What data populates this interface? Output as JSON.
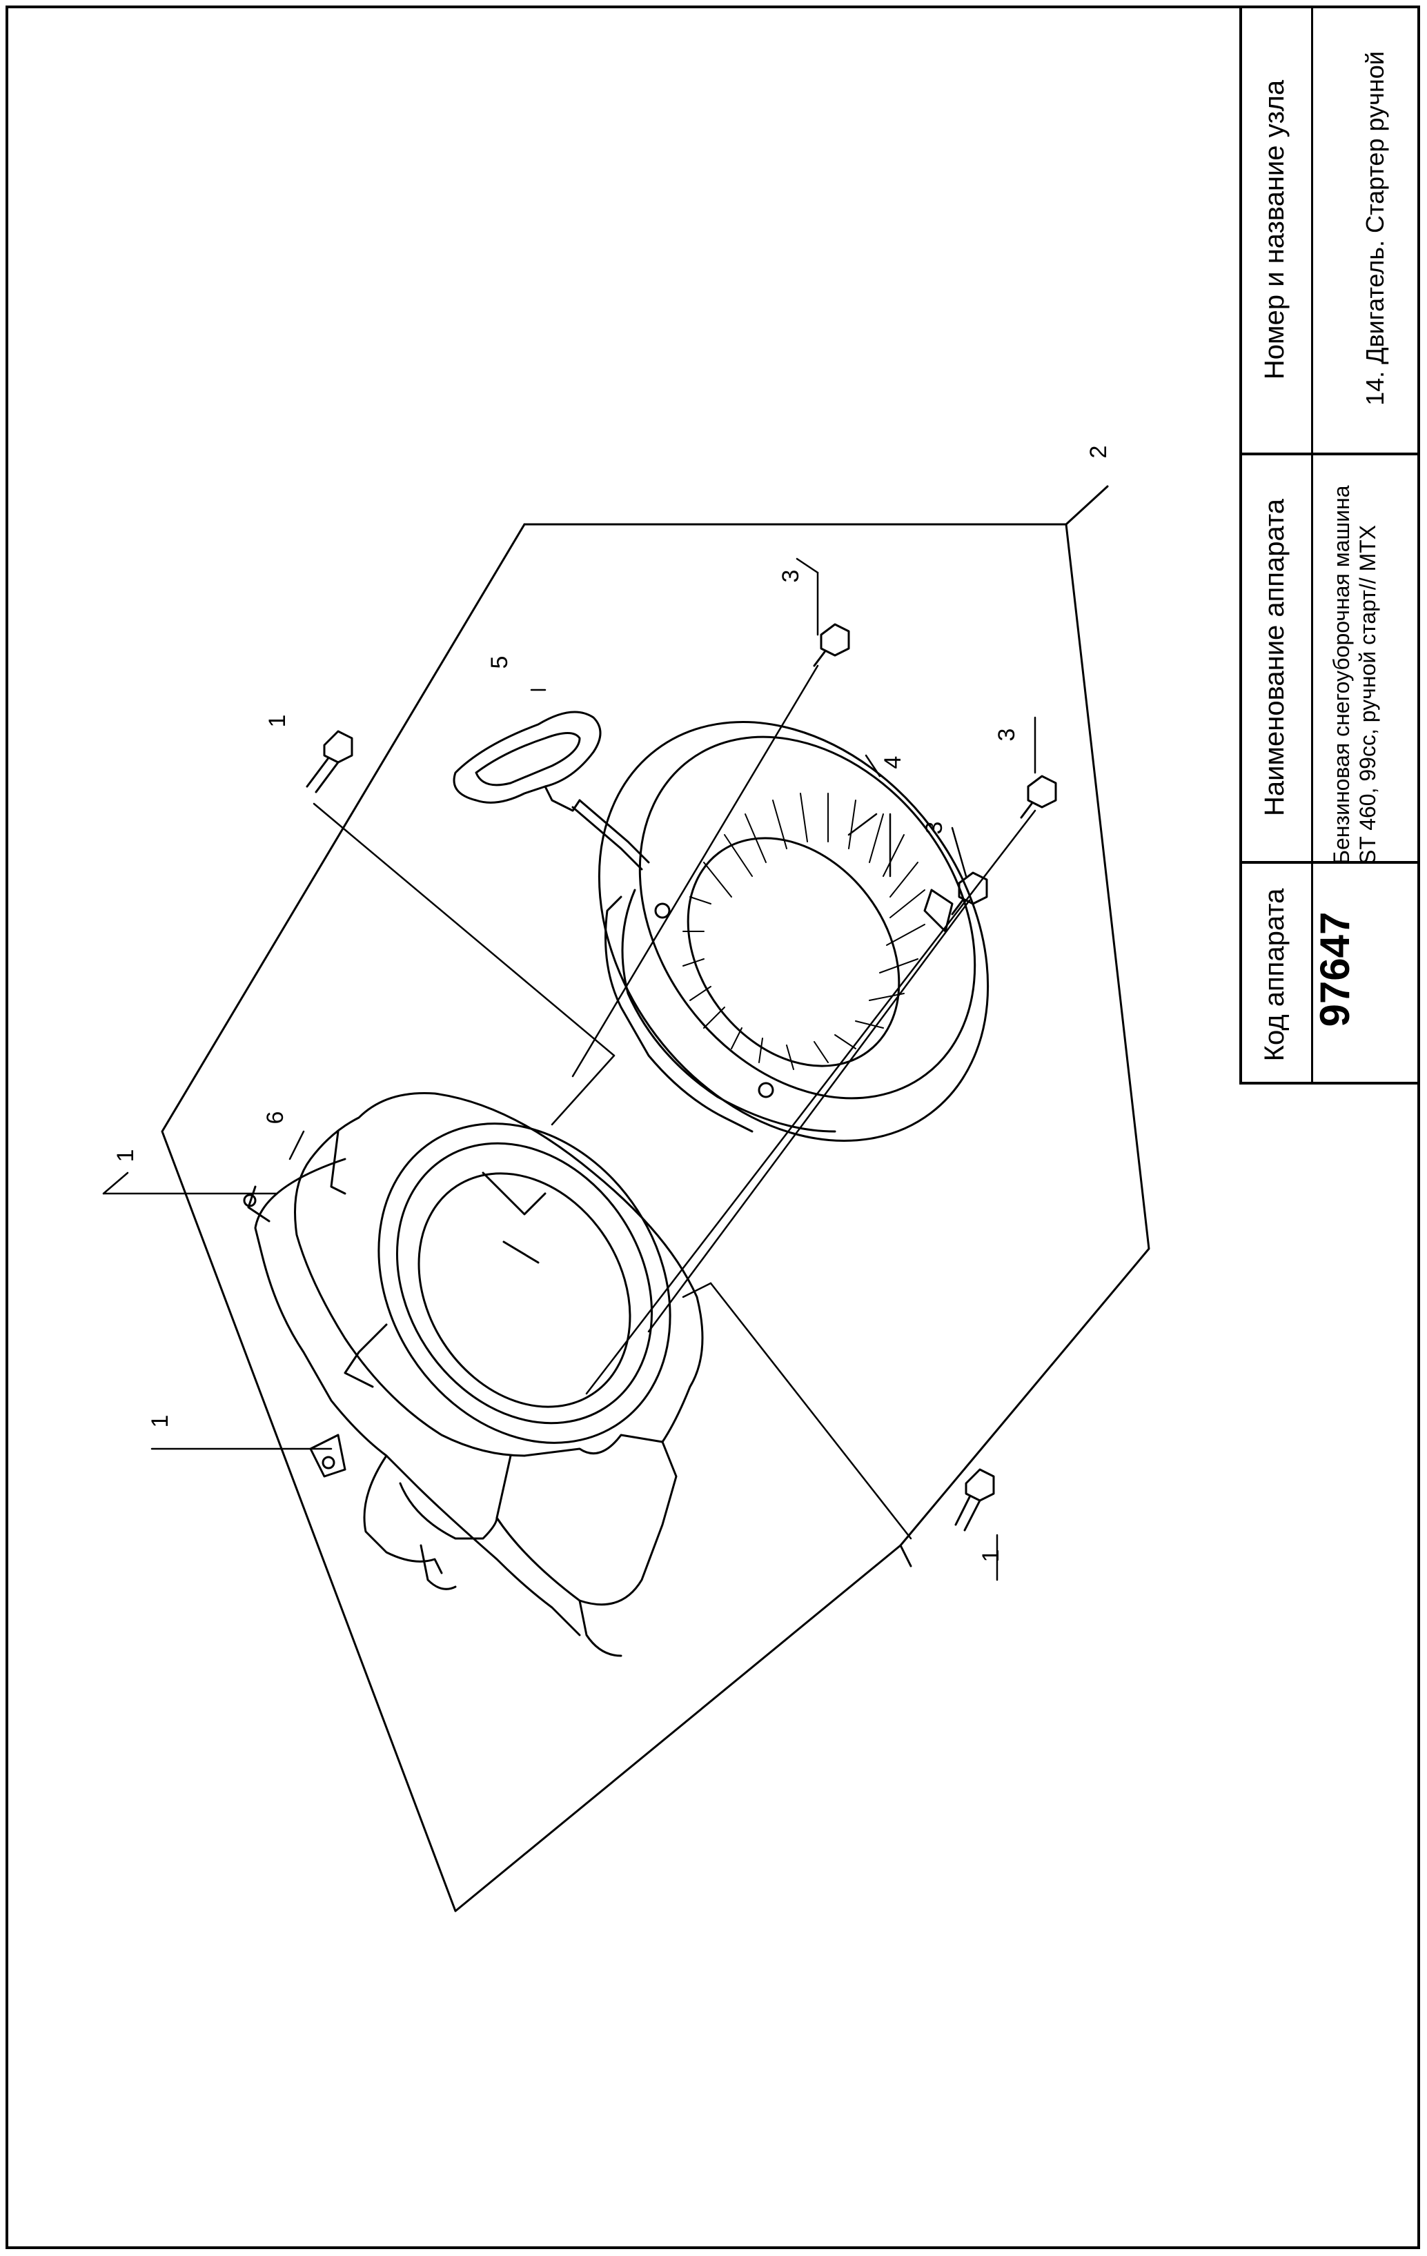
{
  "title_block": {
    "code_header": "Код аппарата",
    "code_value": "97647",
    "name_header": "Наименование аппарата",
    "name_line1": "Бензиновая снегоуборочная машина",
    "name_line2": "ST 460, 99cc, ручной старт// MTX",
    "node_header": "Номер и название узла",
    "node_value": "14. Двигатель. Стартер ручной"
  },
  "callouts": {
    "c1_left_top": "1",
    "c1_left_bottom": "1",
    "c1_bolt_top": "1",
    "c1_bolt_bottom": "1",
    "c2": "2",
    "c3_top": "3",
    "c3_mid": "3",
    "c3_low": "3",
    "c4": "4",
    "c5": "5",
    "c6": "6"
  }
}
